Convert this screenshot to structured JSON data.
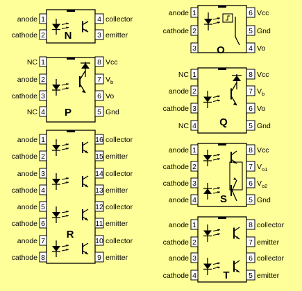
{
  "packages": [
    {
      "id": "N",
      "letter": "N",
      "pins_left": [
        {
          "num": "1",
          "label": "anode"
        },
        {
          "num": "2",
          "label": "cathode"
        }
      ],
      "pins_right": [
        {
          "num": "4",
          "label": "collector"
        },
        {
          "num": "3",
          "label": "emitter"
        }
      ]
    },
    {
      "id": "O",
      "letter": "O",
      "pins_left": [
        {
          "num": "1",
          "label": "anode"
        },
        {
          "num": "2",
          "label": "cathode"
        },
        {
          "num": "3",
          "label": ""
        }
      ],
      "pins_right": [
        {
          "num": "6",
          "label": "Vcc"
        },
        {
          "num": "5",
          "label": "Gnd"
        },
        {
          "num": "4",
          "label": "Vo"
        }
      ]
    },
    {
      "id": "P",
      "letter": "P",
      "pins_left": [
        {
          "num": "1",
          "label": "NC"
        },
        {
          "num": "2",
          "label": "anode"
        },
        {
          "num": "3",
          "label": "cathode"
        },
        {
          "num": "4",
          "label": "NC"
        }
      ],
      "pins_right": [
        {
          "num": "8",
          "label": "Vcc"
        },
        {
          "num": "7",
          "label": "V",
          "sub": "b"
        },
        {
          "num": "6",
          "label": "Vo"
        },
        {
          "num": "5",
          "label": "Gnd"
        }
      ]
    },
    {
      "id": "Q",
      "letter": "Q",
      "pins_left": [
        {
          "num": "1",
          "label": "NC"
        },
        {
          "num": "2",
          "label": "anode"
        },
        {
          "num": "3",
          "label": "cathode"
        },
        {
          "num": "4",
          "label": "NC"
        }
      ],
      "pins_right": [
        {
          "num": "8",
          "label": "Vcc"
        },
        {
          "num": "7",
          "label": "V",
          "sub": "b"
        },
        {
          "num": "6",
          "label": "Vo"
        },
        {
          "num": "5",
          "label": "Gnd"
        }
      ]
    },
    {
      "id": "R",
      "letter": "R",
      "pins_left": [
        {
          "num": "1",
          "label": "anode"
        },
        {
          "num": "2",
          "label": "cathode"
        },
        {
          "num": "3",
          "label": "anode"
        },
        {
          "num": "4",
          "label": "cathode"
        },
        {
          "num": "5",
          "label": "anode"
        },
        {
          "num": "6",
          "label": "cathode"
        },
        {
          "num": "7",
          "label": "anode"
        },
        {
          "num": "8",
          "label": "cathode"
        }
      ],
      "pins_right": [
        {
          "num": "16",
          "label": "collector"
        },
        {
          "num": "15",
          "label": "emitter"
        },
        {
          "num": "14",
          "label": "collector"
        },
        {
          "num": "13",
          "label": "emitter"
        },
        {
          "num": "12",
          "label": "collector"
        },
        {
          "num": "11",
          "label": "emitter"
        },
        {
          "num": "10",
          "label": "collector"
        },
        {
          "num": "9",
          "label": "emitter"
        }
      ]
    },
    {
      "id": "S",
      "letter": "S",
      "pins_left": [
        {
          "num": "1",
          "label": "anode"
        },
        {
          "num": "2",
          "label": "cathode"
        },
        {
          "num": "3",
          "label": "cathode"
        },
        {
          "num": "4",
          "label": "anode"
        }
      ],
      "pins_right": [
        {
          "num": "8",
          "label": "Vcc"
        },
        {
          "num": "7",
          "label": "V",
          "sub": "o1"
        },
        {
          "num": "6",
          "label": "V",
          "sub": "o2"
        },
        {
          "num": "5",
          "label": "Gnd"
        }
      ]
    },
    {
      "id": "T",
      "letter": "T",
      "pins_left": [
        {
          "num": "1",
          "label": "anode"
        },
        {
          "num": "2",
          "label": "cathode"
        },
        {
          "num": "3",
          "label": "anode"
        },
        {
          "num": "4",
          "label": "cathode"
        }
      ],
      "pins_right": [
        {
          "num": "8",
          "label": "collector"
        },
        {
          "num": "7",
          "label": "emitter"
        },
        {
          "num": "6",
          "label": "collector"
        },
        {
          "num": "5",
          "label": "emitter"
        }
      ]
    }
  ],
  "colors": {
    "background": "#ffff99",
    "line": "#000000",
    "chip_fill": "#ffff99"
  }
}
